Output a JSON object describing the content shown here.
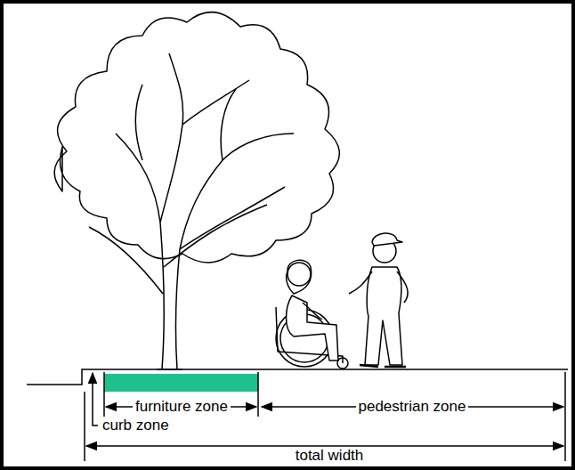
{
  "diagram": {
    "labels": [
      "furniture zone",
      "pedestrian zone",
      "curb zone",
      "total width"
    ]
  }
}
